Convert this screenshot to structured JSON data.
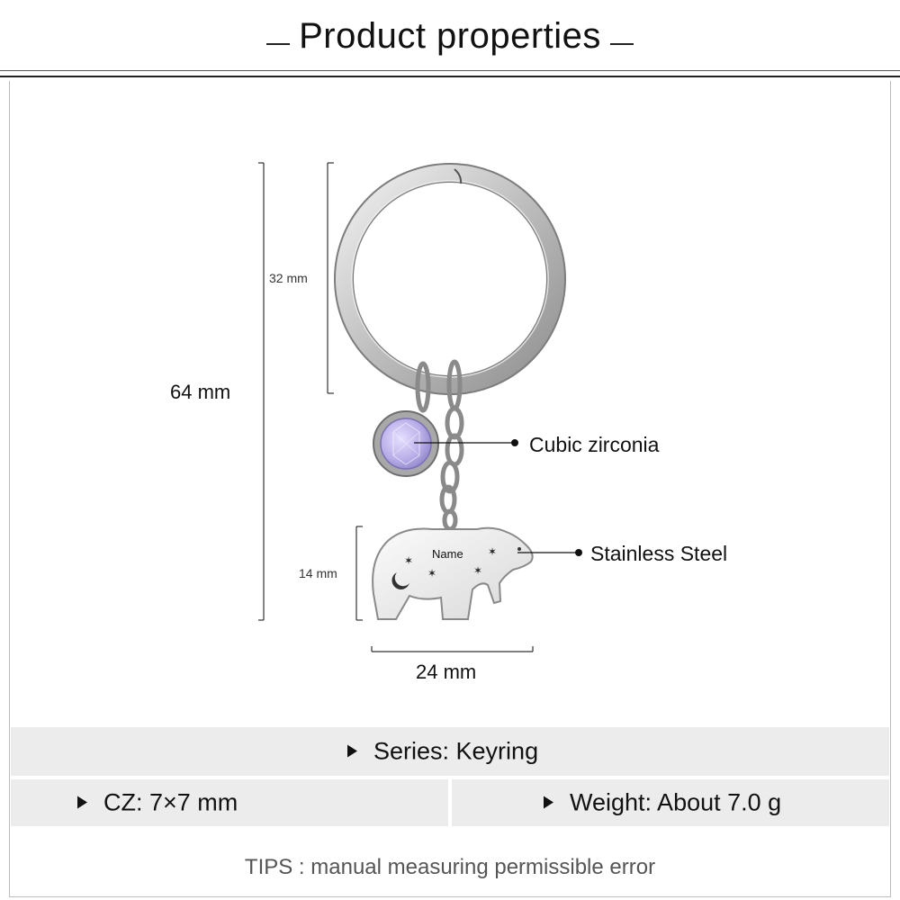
{
  "header": {
    "title": "Product properties"
  },
  "dimensions": {
    "total_height": "64 mm",
    "ring_diameter": "32 mm",
    "charm_height": "14 mm",
    "charm_width": "24 mm"
  },
  "callouts": {
    "stone": "Cubic zirconia",
    "material": "Stainless Steel"
  },
  "engraving": {
    "name_text": "Name"
  },
  "specs": {
    "series": "Series: Keyring",
    "cz": "CZ: 7×7 mm",
    "weight": "Weight: About 7.0 g"
  },
  "tips": "TIPS : manual measuring permissible error",
  "colors": {
    "stone": "#b9aee8",
    "metal": "#c9c9c9",
    "bar_bg": "#ececec"
  }
}
